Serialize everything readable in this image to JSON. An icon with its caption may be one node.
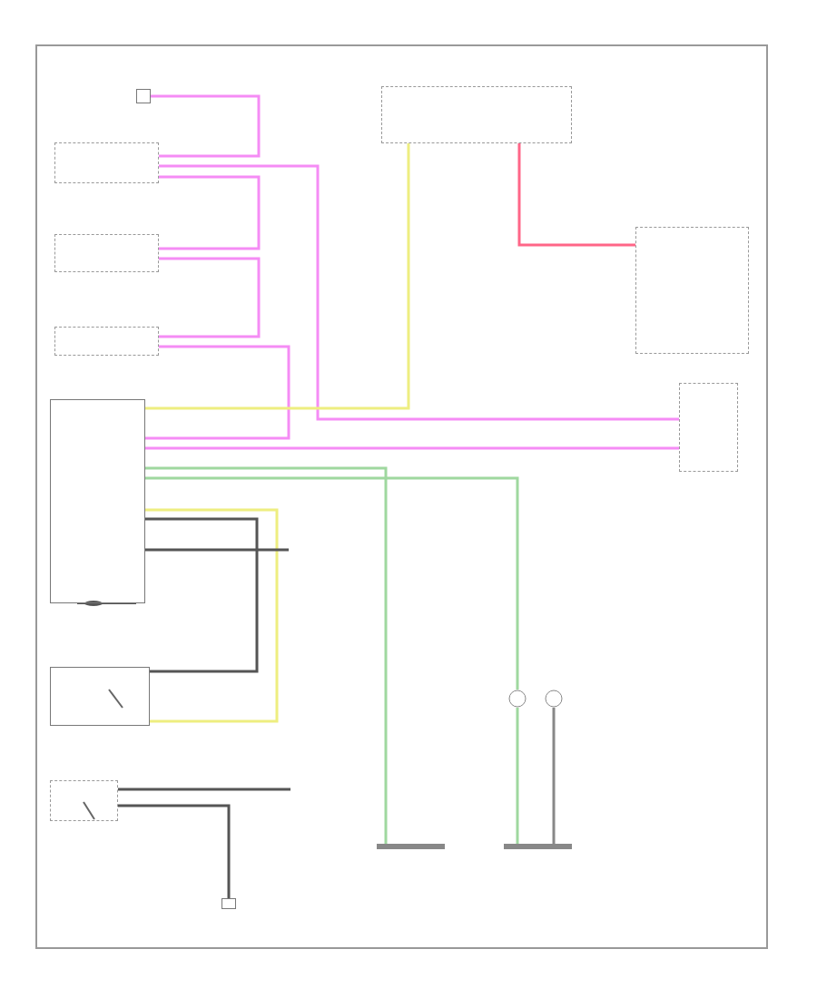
{
  "diagram": {
    "nodes": [
      {
        "text": [],
        "shape": "box"
      },
      {
        "text": [],
        "shape": "box"
      },
      {
        "text": [],
        "shape": "box"
      },
      {
        "text": [],
        "shape": "box"
      },
      {
        "text": [],
        "shape": "box"
      },
      {
        "text": [],
        "shape": "box"
      },
      {
        "text": [],
        "shape": "box"
      },
      {
        "text": [],
        "shape": "box"
      },
      {
        "text": [],
        "shape": "box"
      },
      {
        "text": [],
        "shape": "box"
      },
      {
        "text": [],
        "shape": "box"
      },
      {
        "text": [],
        "shape": "bar"
      },
      {
        "text": [],
        "shape": "bar"
      },
      {
        "text": [],
        "shape": "circle"
      },
      {
        "text": [],
        "shape": "circle"
      }
    ],
    "edges": [
      {
        "from": 0,
        "to": 1,
        "arrow": "none"
      },
      {
        "from": 1,
        "to": 7,
        "arrow": "none"
      },
      {
        "from": 1,
        "to": 2,
        "arrow": "none"
      },
      {
        "from": 2,
        "to": 3,
        "arrow": "none"
      },
      {
        "from": 3,
        "to": 4,
        "arrow": "none"
      },
      {
        "from": 4,
        "to": 7,
        "arrow": "none"
      },
      {
        "from": 5,
        "to": 4,
        "arrow": "none",
        "color": "#eeee80"
      },
      {
        "from": 5,
        "to": 6,
        "arrow": "none",
        "color": "#ff6688"
      },
      {
        "from": 4,
        "to": 11,
        "arrow": "none",
        "color": "#9fd89f"
      },
      {
        "from": 4,
        "to": 13,
        "arrow": "none",
        "color": "#9fd89f"
      },
      {
        "from": 13,
        "to": 12,
        "arrow": "none",
        "color": "#9fd89f"
      },
      {
        "from": 14,
        "to": 12,
        "arrow": "none",
        "color": "#888888"
      },
      {
        "from": 4,
        "to": 8,
        "arrow": "none",
        "color": "#eeee80"
      },
      {
        "from": 4,
        "to": 8,
        "arrow": "none",
        "color": "#555555"
      },
      {
        "from": 4,
        "to": null,
        "arrow": "none",
        "color": "#555555"
      },
      {
        "from": 9,
        "to": null,
        "arrow": "none",
        "color": "#555555"
      },
      {
        "from": 9,
        "to": 10,
        "arrow": "none",
        "color": "#555555"
      }
    ]
  }
}
